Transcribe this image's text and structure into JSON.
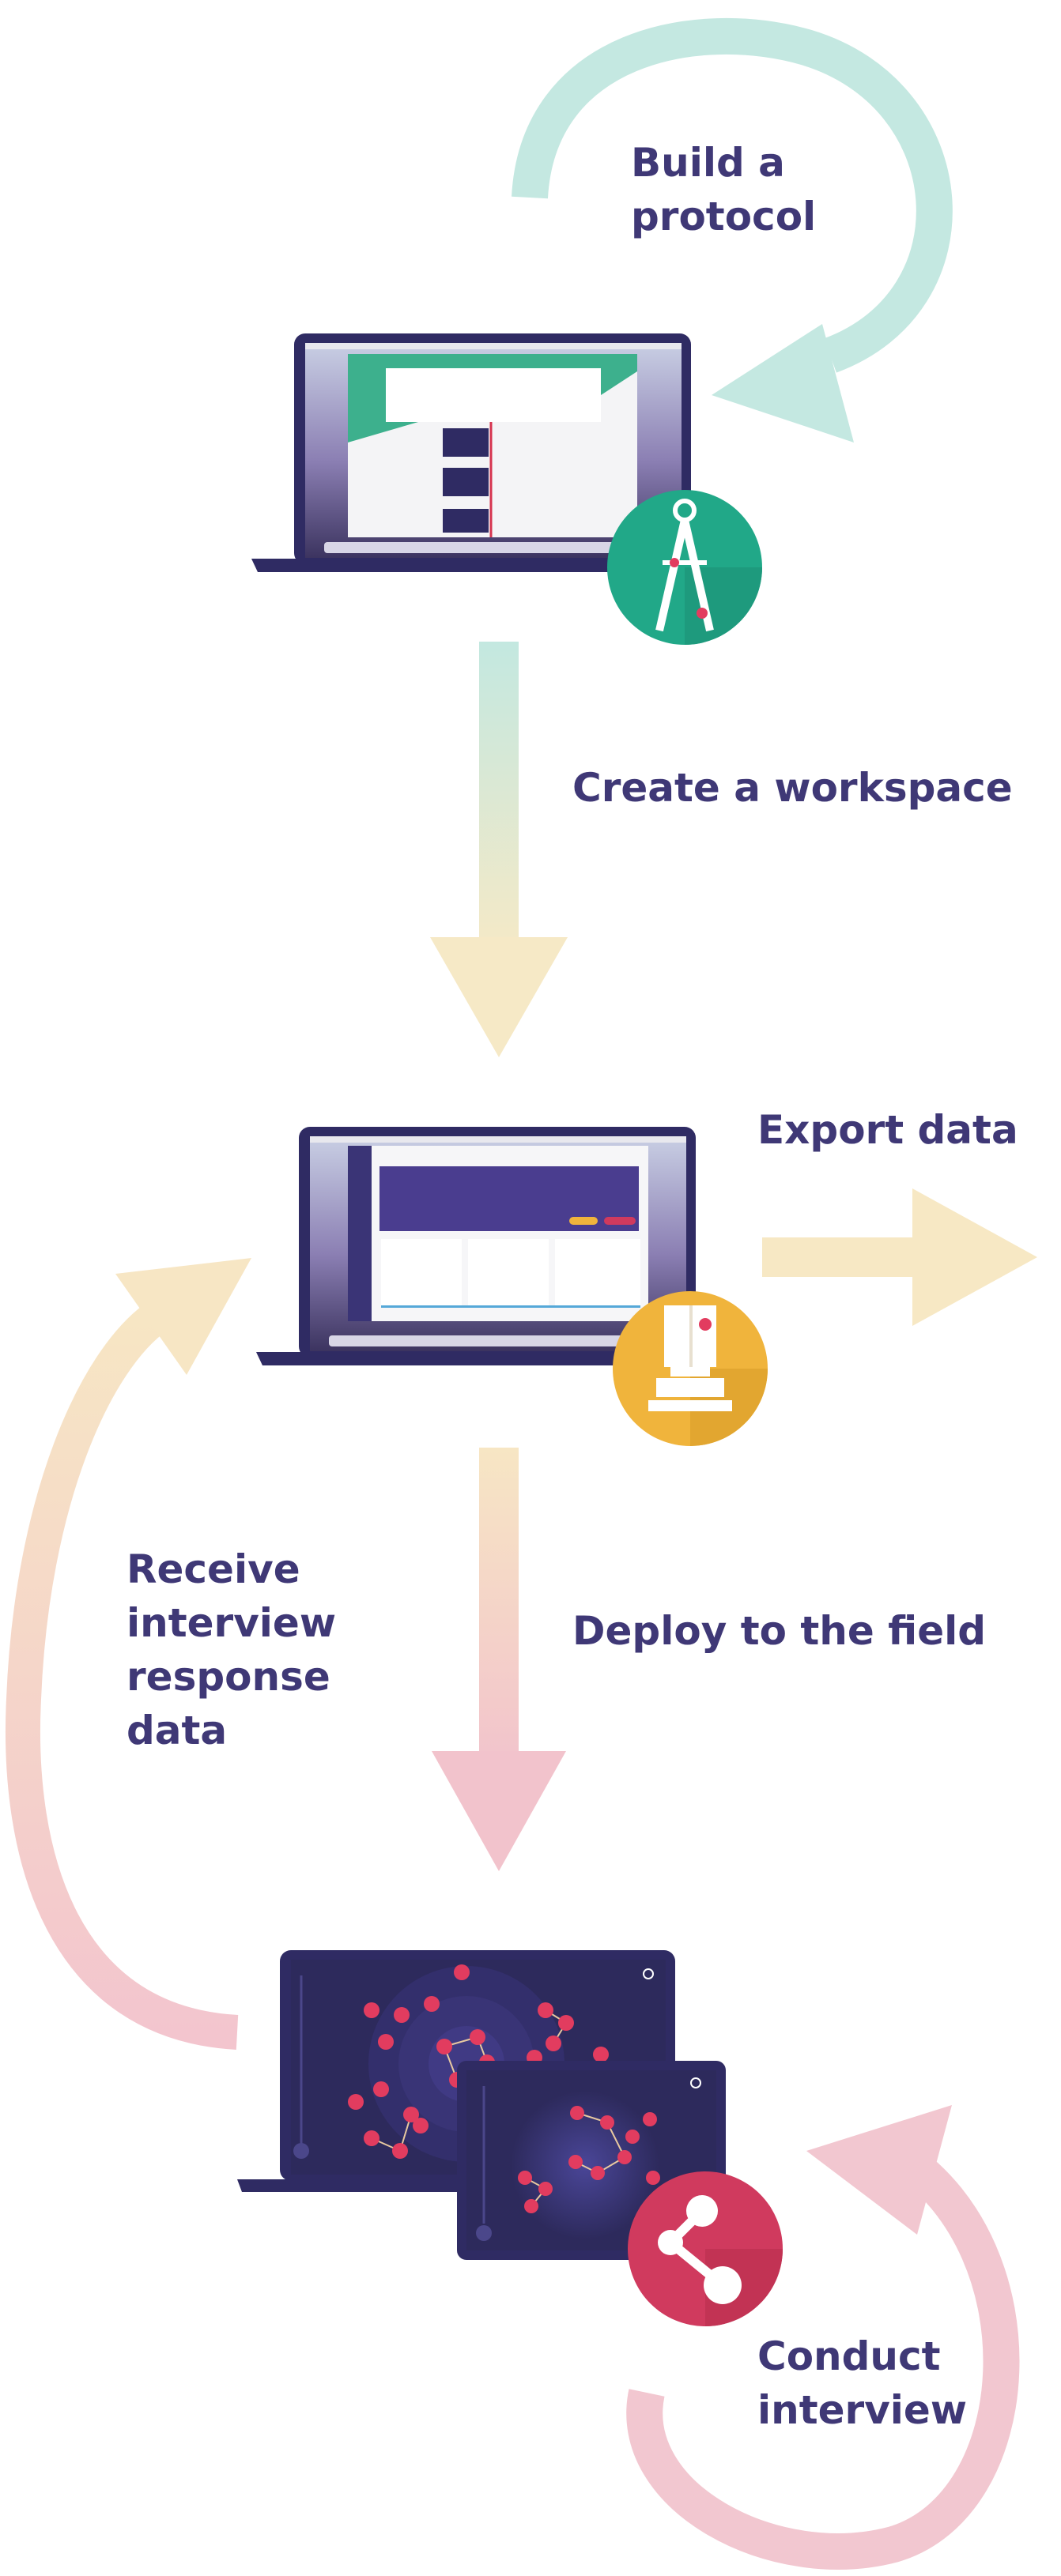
{
  "labels": {
    "build": [
      "Build a",
      "protocol"
    ],
    "create": "Create a workspace",
    "export": "Export data",
    "deploy": "Deploy to the field",
    "receive": [
      "Receive",
      "interview",
      "response",
      "data"
    ],
    "conduct": [
      "Conduct",
      "interview"
    ]
  },
  "steps": [
    {
      "name": "build-protocol",
      "icon": "compass-icon"
    },
    {
      "name": "workspace",
      "icon": "server-icon"
    },
    {
      "name": "interview",
      "icon": "network-icon"
    }
  ],
  "colors": {
    "text": "#3f3876",
    "navy": "#2d2a5c",
    "teal": "#c4e8e1",
    "teal_badge": "#21a888",
    "yellow": "#f7e8c4",
    "yellow_badge": "#f0b43c",
    "pink": "#f2c7d0",
    "pink_badge": "#d03a5e",
    "node": "#e23c5f"
  }
}
